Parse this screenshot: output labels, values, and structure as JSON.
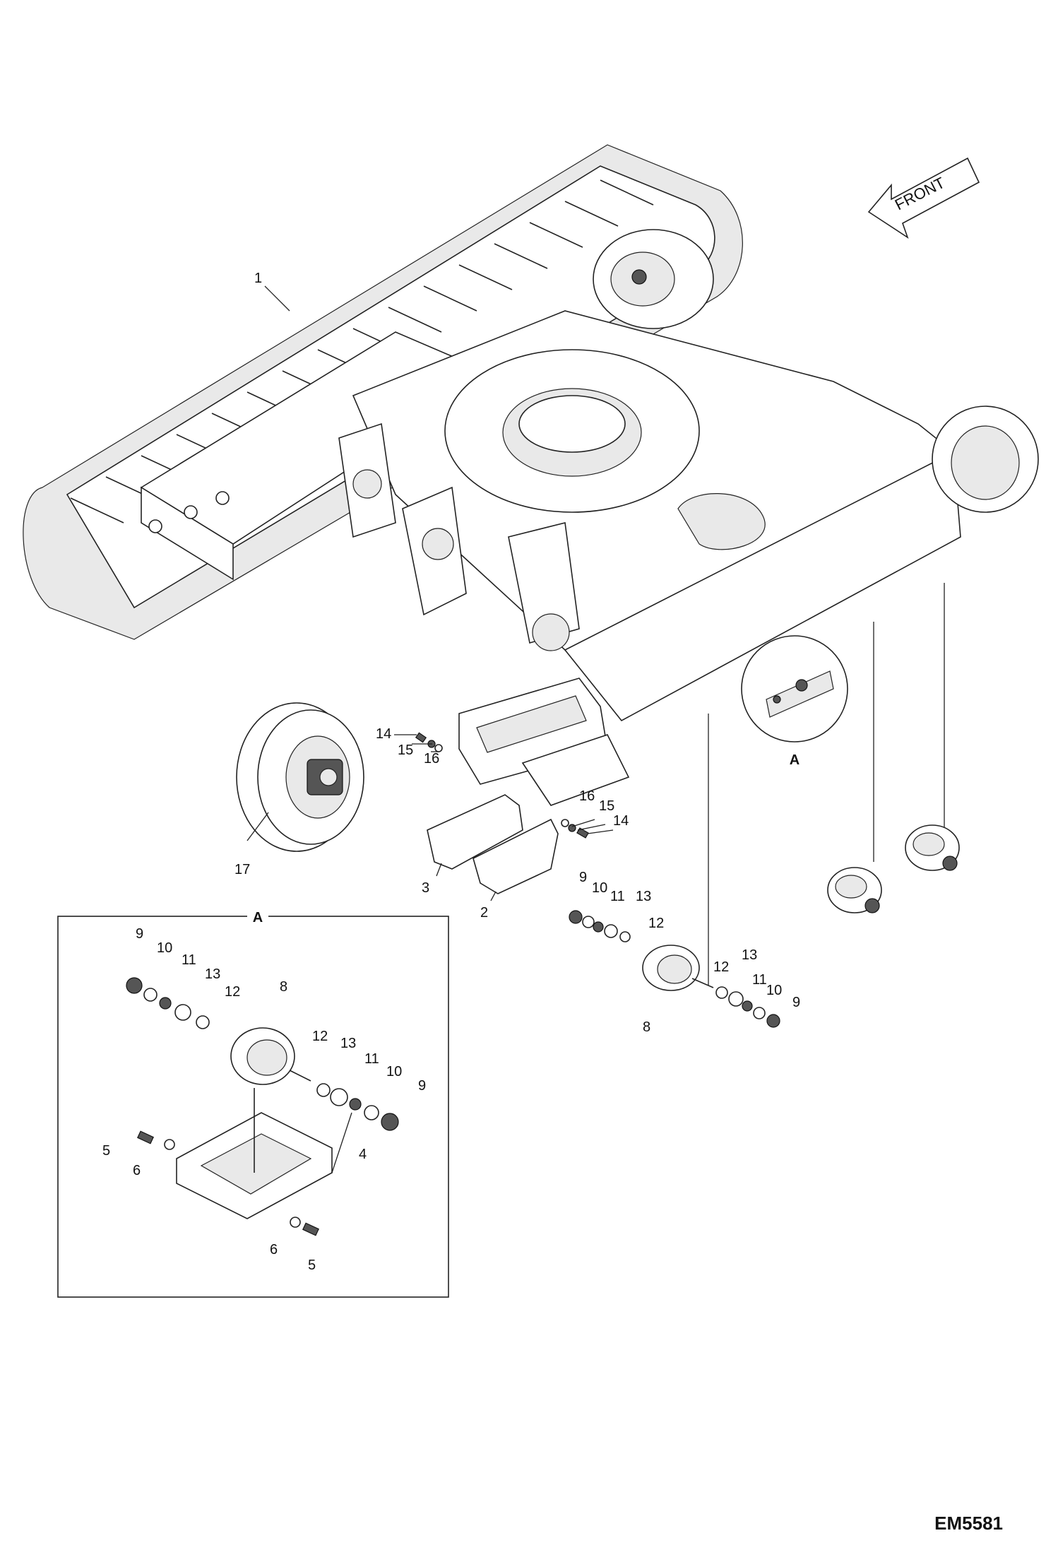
{
  "drawing_number": "EM5581",
  "front_indicator": {
    "label": "FRONT"
  },
  "detail_letter": "A",
  "callouts": {
    "track": "1",
    "track_guard_front": "2",
    "track_guard_rear": "3",
    "roller_bracket": "4",
    "bolt": "5",
    "washer": "6",
    "roller": "8",
    "nut": "9",
    "washer_10": "10",
    "washer_11": "11",
    "shim_12": "12",
    "shim_13": "13",
    "bolt_14": "14",
    "washer_15": "15",
    "washer_16": "16",
    "idler_wheel": "17"
  }
}
